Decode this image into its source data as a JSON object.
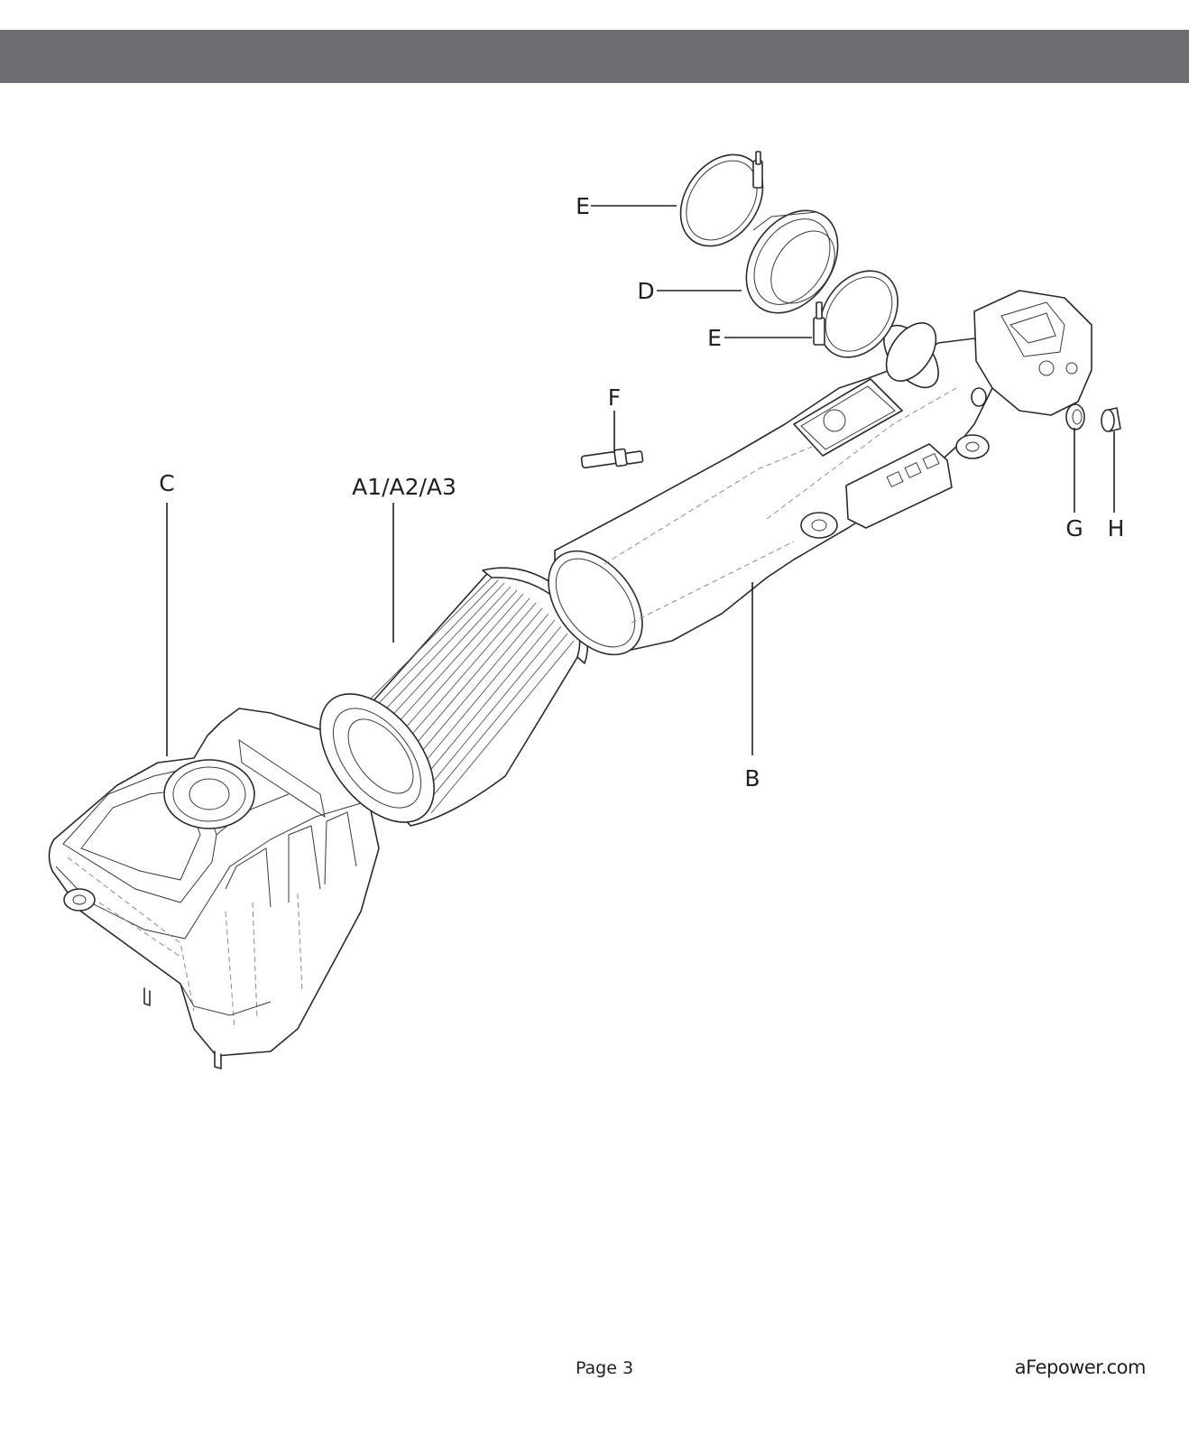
{
  "labels": {
    "e_top": "E",
    "d": "D",
    "e_bottom": "E",
    "f": "F",
    "c": "C",
    "a": "A1/A2/A3",
    "g": "G",
    "h": "H",
    "b": "B"
  },
  "footer": {
    "page": "Page 3",
    "website": "aFepower.com"
  },
  "colors": {
    "header_bar": "#6d6e71",
    "ink": "#231f20"
  }
}
